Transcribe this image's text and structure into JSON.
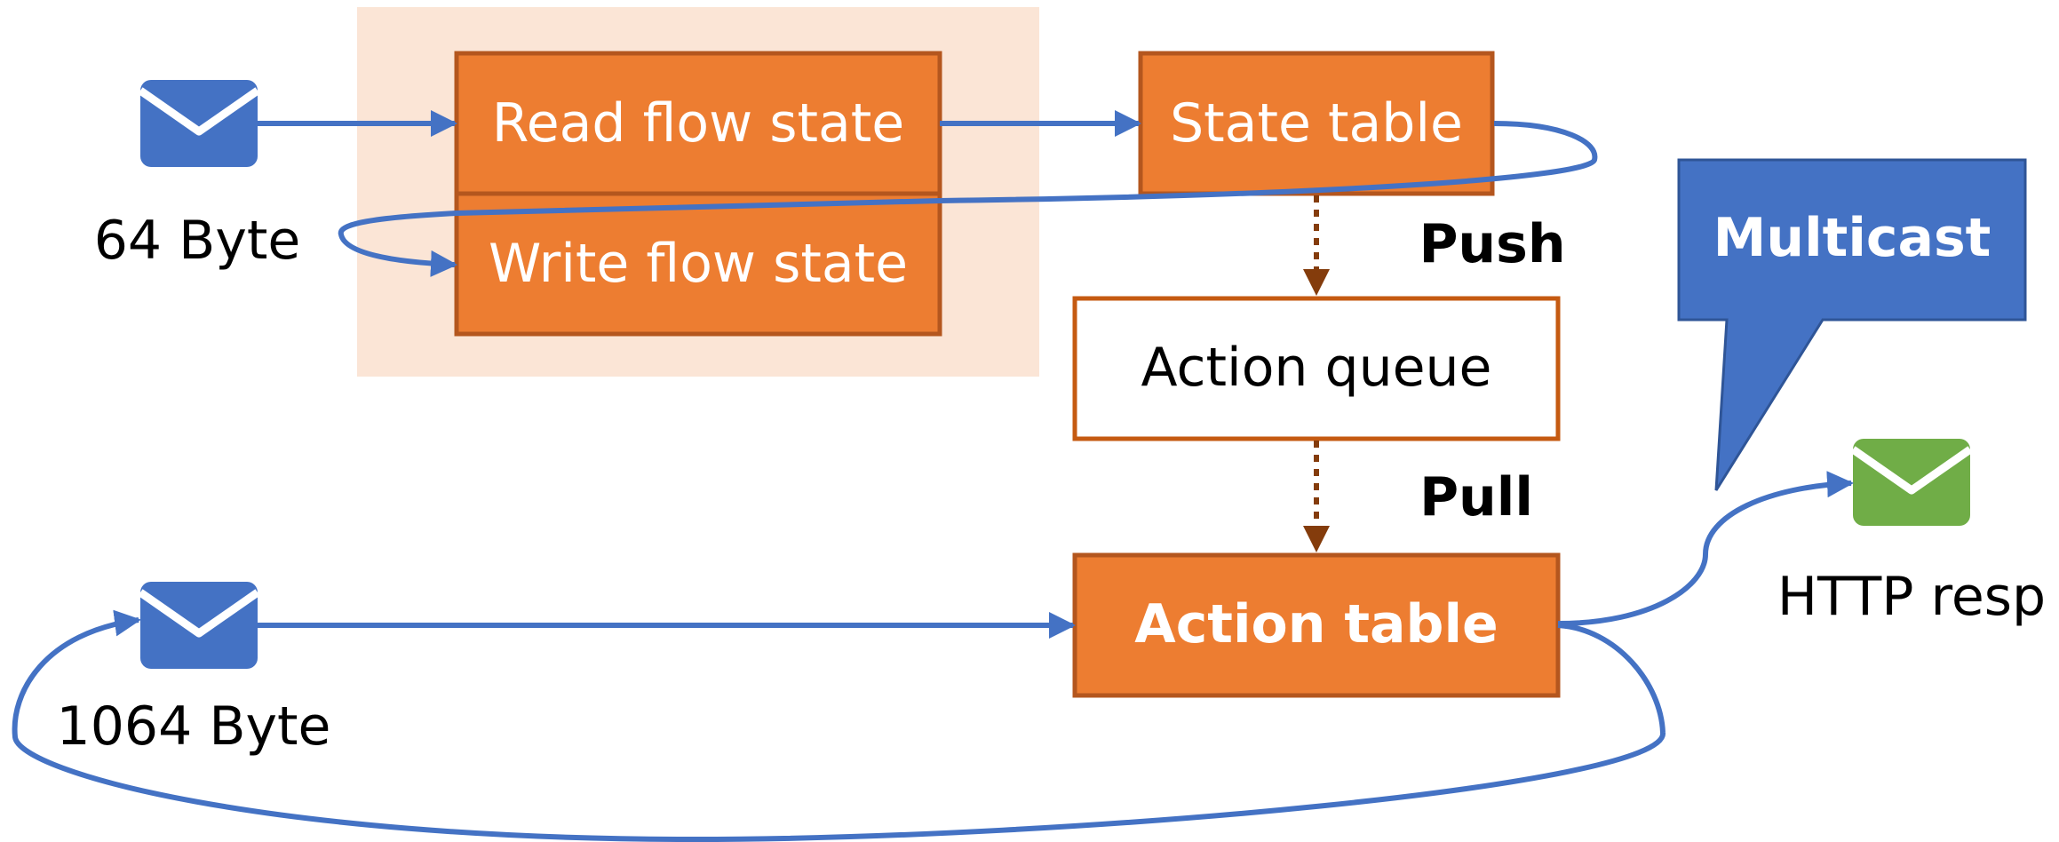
{
  "colors": {
    "orange": "#ED7D31",
    "orange_border": "#B4561E",
    "highlight_bg": "#FBE5D6",
    "blue": "#4472C4",
    "blue_arrow": "#4472C4",
    "green": "#70AD47",
    "dotted_arrow": "#843C0C",
    "callout_border": "#2F5597"
  },
  "boxes": {
    "read_flow_state": "Read flow state",
    "write_flow_state": "Write flow state",
    "state_table": "State table",
    "action_queue": "Action queue",
    "action_table": "Action table"
  },
  "labels": {
    "push": "Push",
    "pull": "Pull",
    "packet_small": "64 Byte",
    "packet_large": "1064 Byte",
    "http_resp": "HTTP resp"
  },
  "callout": {
    "text": "Multicast"
  },
  "icons": {
    "input_packet_small": "envelope-icon",
    "input_packet_large": "envelope-icon",
    "http_response": "envelope-icon"
  }
}
